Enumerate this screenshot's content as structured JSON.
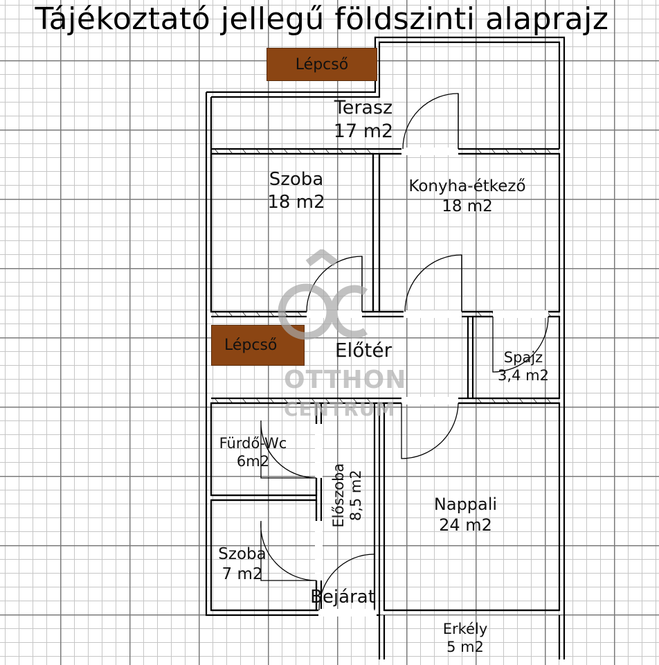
{
  "title": "Tájékoztató jellegű földszinti alaprajz",
  "rooms": {
    "terasz": {
      "name": "Terasz",
      "area": "17 m2"
    },
    "szoba_big": {
      "name": "Szoba",
      "area": "18 m2"
    },
    "konyha": {
      "name": "Konyha-étkező",
      "area": "18 m2"
    },
    "eloter": {
      "name": "Előtér"
    },
    "spajz": {
      "name": "Spajz",
      "area": "3,4 m2"
    },
    "furdo": {
      "name": "Fürdő-Wc",
      "area": "6m2"
    },
    "eloszoba": {
      "name": "Előszoba",
      "area": "8,5 m2"
    },
    "nappali": {
      "name": "Nappali",
      "area": "24 m2"
    },
    "szoba_small": {
      "name": "Szoba",
      "area": "7 m2"
    },
    "bejarat": {
      "name": "Bejárat"
    },
    "erkely": {
      "name": "Erkély",
      "area": "5 m2"
    }
  },
  "stairs": {
    "top": "Lépcső",
    "inner": "Lépcső"
  },
  "watermark": {
    "logo": "ÔC",
    "line1": "OTTHON",
    "line2": "CENTRUM"
  },
  "colors": {
    "stair": "#8b4513",
    "wall": "#000000",
    "grid": "#c6c6c6"
  }
}
